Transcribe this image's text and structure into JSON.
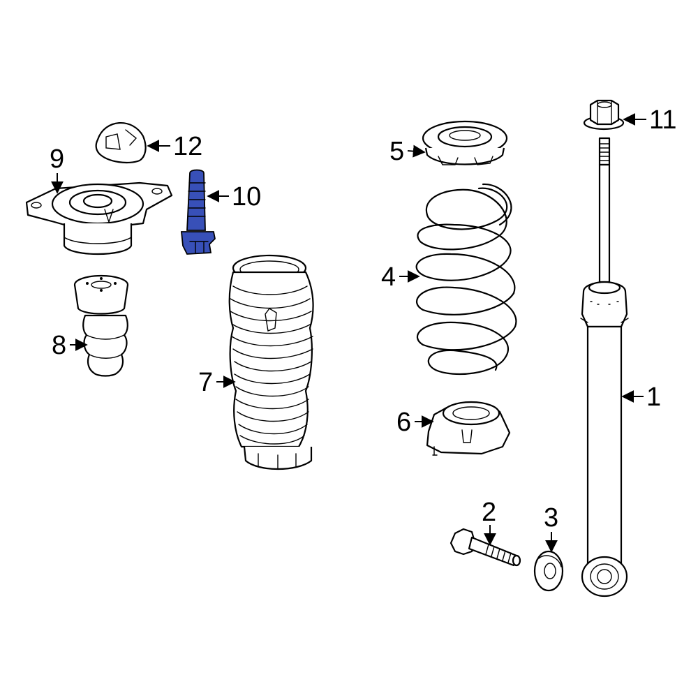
{
  "highlight_color": "#3850b8",
  "highlight_part": "10",
  "callouts": {
    "c1": "1",
    "c2": "2",
    "c3": "3",
    "c4": "4",
    "c5": "5",
    "c6": "6",
    "c7": "7",
    "c8": "8",
    "c9": "9",
    "c10": "10",
    "c11": "11",
    "c12": "12"
  }
}
